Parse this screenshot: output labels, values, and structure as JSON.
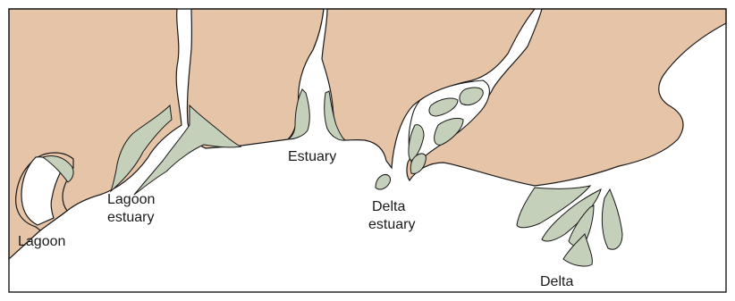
{
  "colors": {
    "land": "#e6c4a8",
    "marsh": "#c4d0b9",
    "water": "#ffffff",
    "outline": "#1a1a1a"
  },
  "labels": {
    "lagoon": "Lagoon",
    "lagoon_estuary_1": "Lagoon",
    "lagoon_estuary_2": "estuary",
    "estuary": "Estuary",
    "delta_estuary_1": "Delta",
    "delta_estuary_2": "estuary",
    "delta": "Delta"
  }
}
